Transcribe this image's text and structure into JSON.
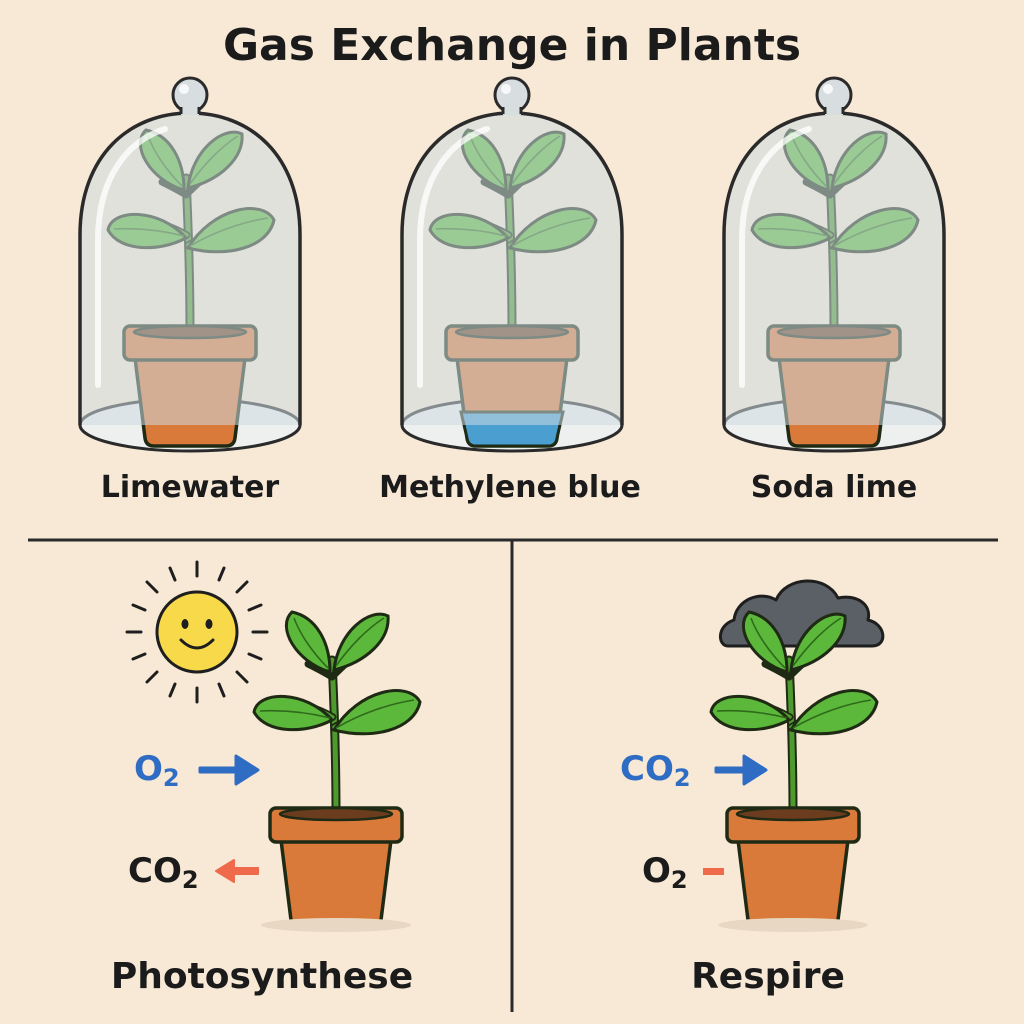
{
  "title": "Gas Exchange in Plants",
  "setups": [
    {
      "label": "Limewater",
      "has_liquid": false
    },
    {
      "label": "Methylene blue",
      "has_liquid": true
    },
    {
      "label": "Soda lime",
      "has_liquid": false
    }
  ],
  "processes": {
    "photosynthesis": {
      "label": "Photosynthese",
      "sky": "sun-icon",
      "gas_in": {
        "base": "O",
        "sub": "2"
      },
      "gas_out": {
        "base": "CO",
        "sub": "2"
      }
    },
    "respiration": {
      "label": "Respire",
      "sky": "cloud-icon",
      "gas_in": {
        "base": "CO",
        "sub": "2"
      },
      "gas_out": {
        "base": "O",
        "sub": "2"
      }
    }
  },
  "colors": {
    "background": "#f8e9d6",
    "leaf": "#5cb83a",
    "pot": "#d9793a",
    "glass": "#dde6ea",
    "liquid": "#4a9ed0",
    "gas_in": "#2f6cc4",
    "gas_out_arrow": "#ee6a4a",
    "sun": "#f7d94a",
    "cloud": "#5a6066"
  }
}
